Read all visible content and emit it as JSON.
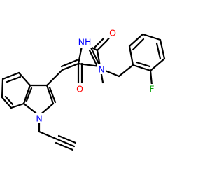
{
  "molecule": {
    "atoms": [
      {
        "id": "o1",
        "label": "O",
        "color": "#ff0000"
      },
      {
        "id": "nh",
        "label": "NH",
        "color": "#0000ff"
      },
      {
        "id": "n3",
        "label": "N",
        "color": "#0000ff"
      },
      {
        "id": "o2",
        "label": "O",
        "color": "#ff0000"
      },
      {
        "id": "f",
        "label": "F",
        "color": "#00a000"
      },
      {
        "id": "n_ind",
        "label": "N",
        "color": "#0000ff"
      }
    ],
    "bond_color": "#000000",
    "background": "#ffffff"
  }
}
